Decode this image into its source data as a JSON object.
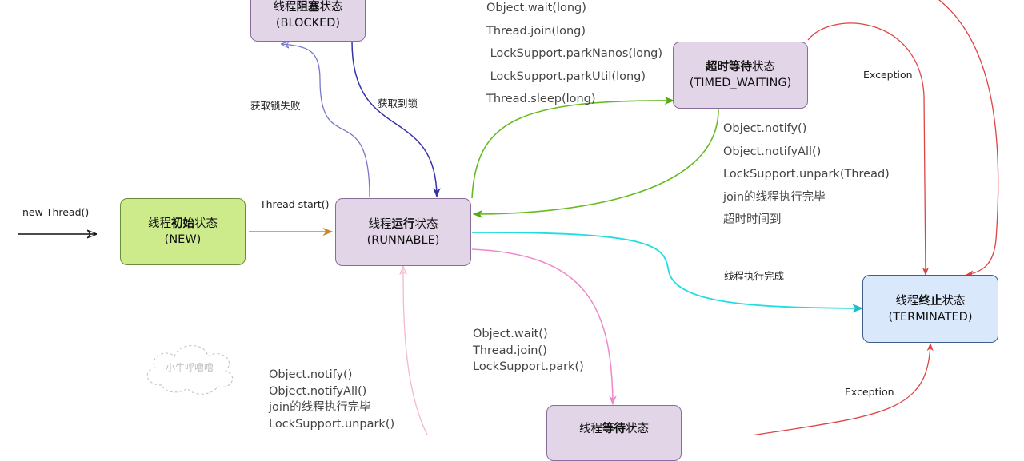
{
  "states": {
    "blocked": {
      "pre": "线程",
      "bold": "阻塞",
      "post": "状态",
      "en": "(BLOCKED)"
    },
    "timed": {
      "pre": "",
      "bold": "超时等待",
      "post": "状态",
      "en": "(TIMED_WAITING)"
    },
    "new": {
      "pre": "线程",
      "bold": "初始",
      "post": "状态",
      "en": "(NEW)"
    },
    "runnable": {
      "pre": "线程",
      "bold": "运行",
      "post": "状态",
      "en": "(RUNNABLE)"
    },
    "terminated": {
      "pre": "线程",
      "bold": "终止",
      "post": "状态",
      "en": "(TERMINATED)"
    },
    "waiting": {
      "pre": "线程",
      "bold": "等待",
      "post": "状态"
    }
  },
  "labels": {
    "new_thread": "new Thread()",
    "thread_start": "Thread start()",
    "lock_fail": "获取锁失败",
    "lock_get": "获取到锁",
    "exception_top": "Exception",
    "exception_bottom": "Exception",
    "finished": "线程执行完成"
  },
  "methods": {
    "to_timed": [
      "Object.wait(long)",
      "Thread.join(long)",
      " LockSupport.parkNanos(long)",
      " LockSupport.parkUtil(long)",
      "Thread.sleep(long)"
    ],
    "from_timed": [
      "Object.notify()",
      "Object.notifyAll()",
      "LockSupport.unpark(Thread)",
      "join的线程执行完毕",
      "超时时间到"
    ],
    "to_waiting": [
      "Object.wait()",
      "Thread.join()",
      "LockSupport.park()"
    ],
    "from_waiting": [
      "Object.notify()",
      "Object.notifyAll()",
      "join的线程执行完毕",
      "LockSupport.unpark()"
    ]
  },
  "watermark": "小牛呼噜噜",
  "colors": {
    "blue_edge": "#5c5cc7",
    "green_edge": "#66bb22",
    "orange_edge": "#cc8822",
    "cyan_edge": "#22dddd",
    "red_edge": "#dd4444",
    "pink_edge": "#ee88cc",
    "light_pink_edge": "#f4b8cc"
  }
}
